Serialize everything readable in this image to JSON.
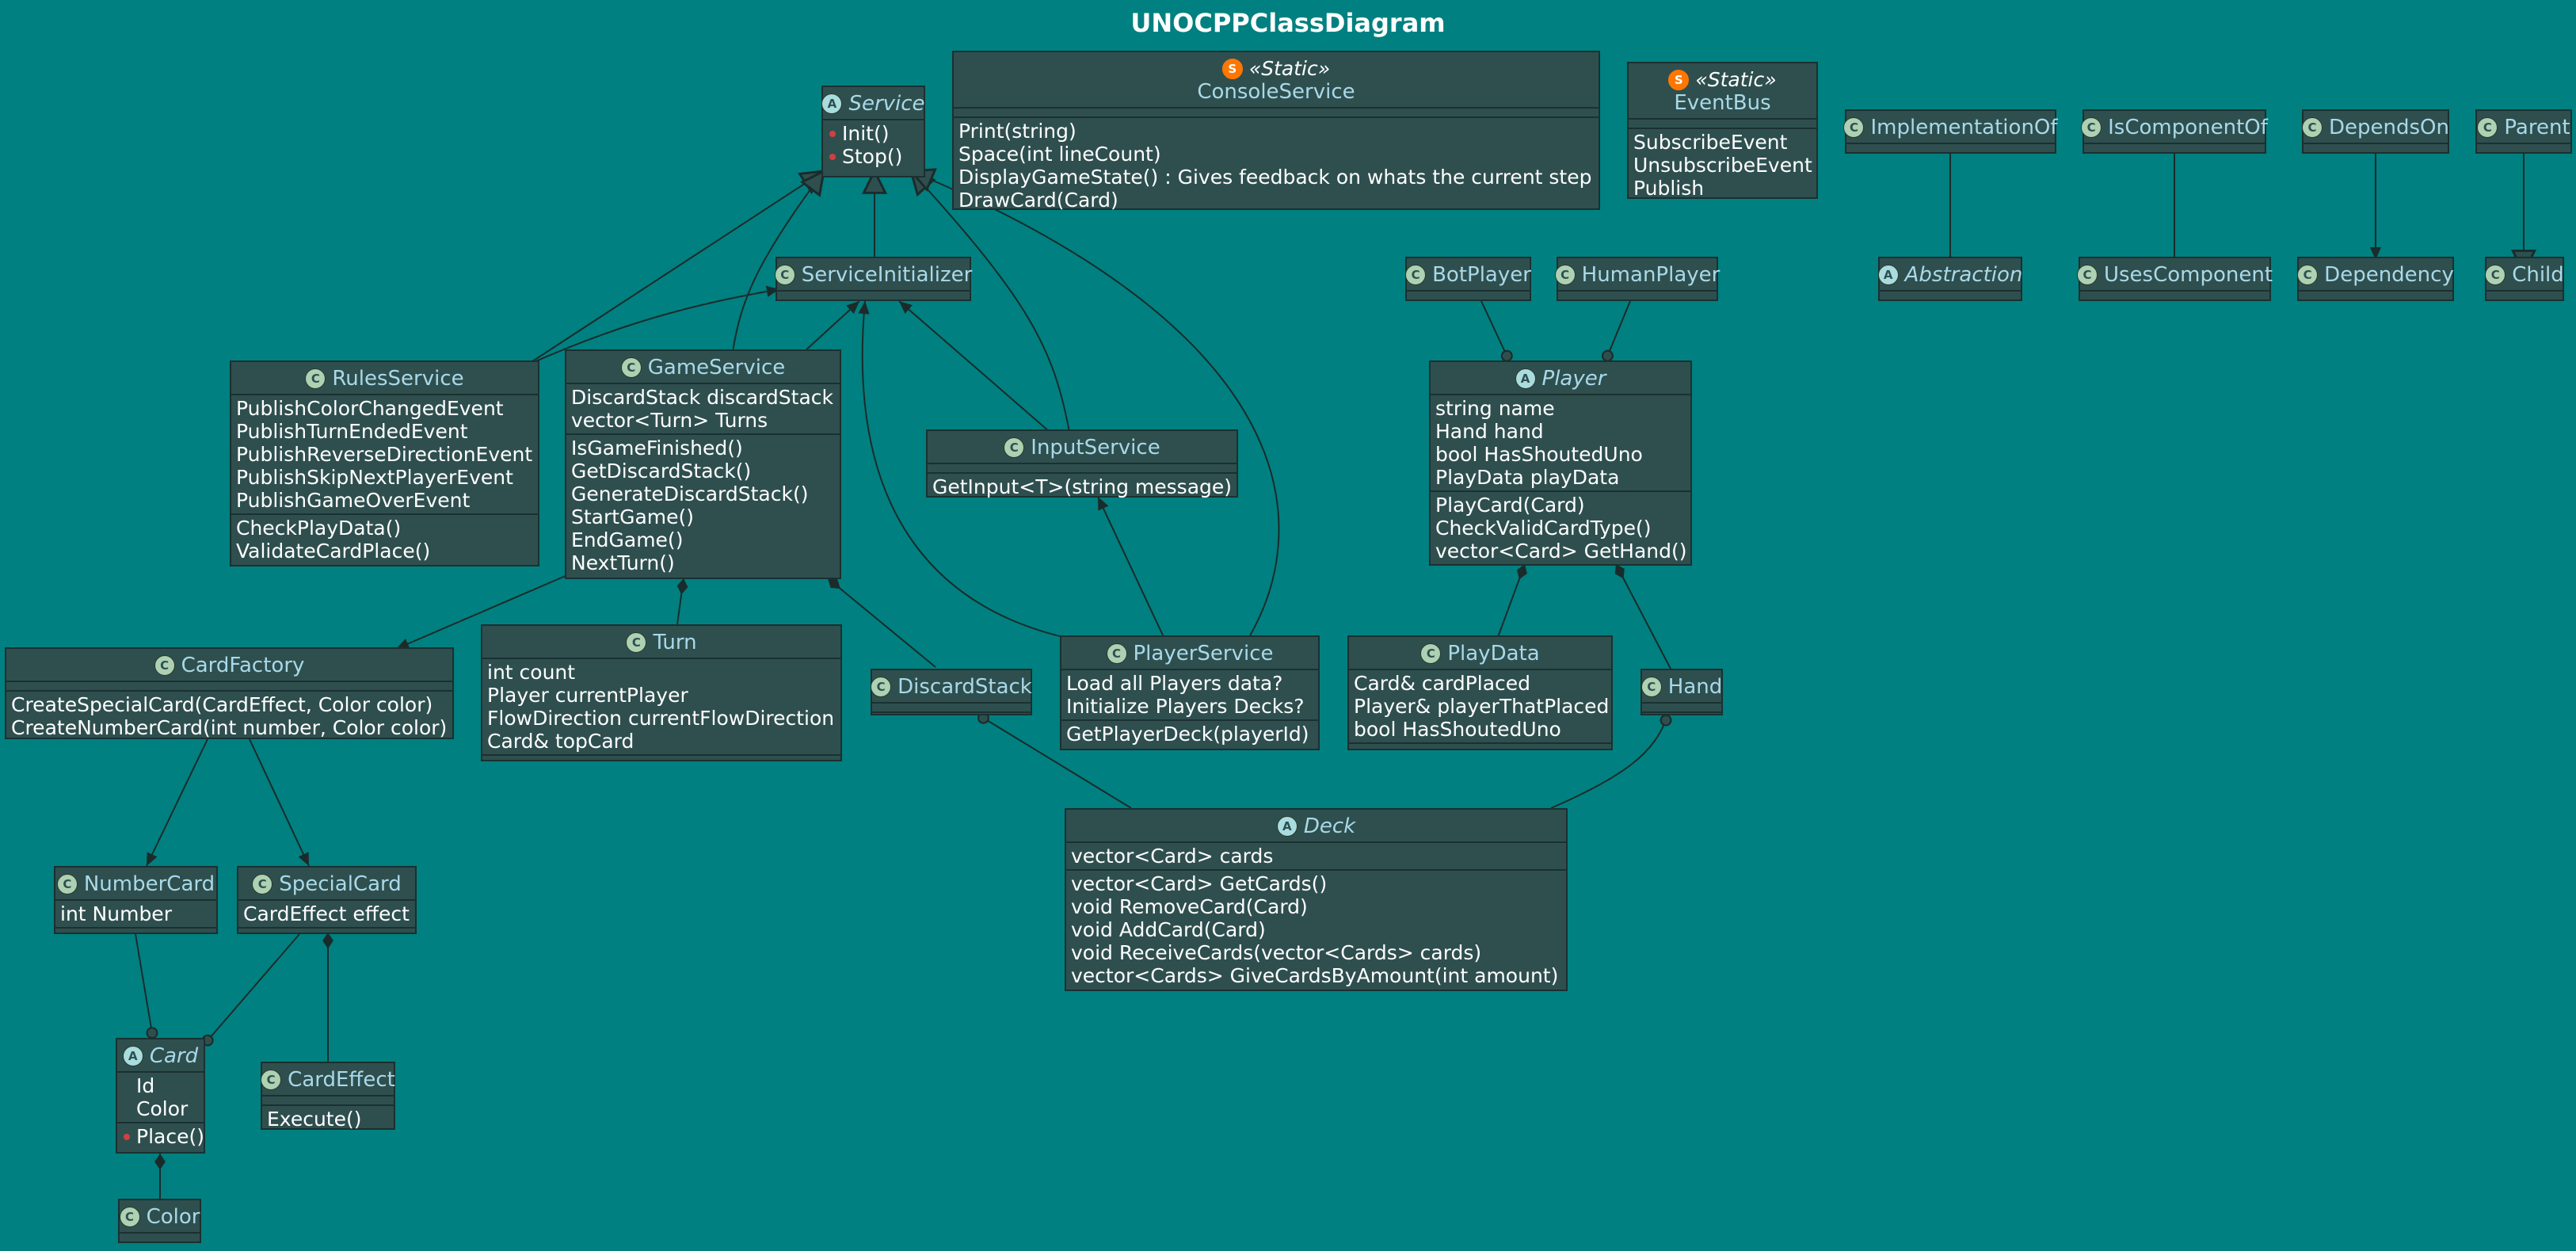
{
  "title": "UNOCPPClassDiagram",
  "colors": {
    "background": "#008080",
    "class_fill": "#2f4f4f",
    "class_border": "#1b3030",
    "class_name": "#a9d9e8",
    "member_text": "#ffffff",
    "edge": "#1b2b2b",
    "badge_class": "#add1b2",
    "badge_abstract": "#a9dcdf",
    "badge_static": "#ff7700",
    "private_marker": "#d04040"
  },
  "classes": {
    "service": {
      "badge": "A",
      "name": "Service",
      "abstract": true,
      "methods": [
        "Init()",
        "Stop()"
      ]
    },
    "console_service": {
      "badge": "S",
      "stereotype": "«Static»",
      "name": "ConsoleService",
      "methods": [
        "Print(string)",
        "Space(int lineCount)",
        "DisplayGameState() : Gives feedback on whats the current step",
        "DrawCard(Card)"
      ]
    },
    "event_bus": {
      "badge": "S",
      "stereotype": "«Static»",
      "name": "EventBus",
      "methods": [
        "SubscribeEvent",
        "UnsubscribeEvent",
        "Publish"
      ]
    },
    "implementation_of": {
      "badge": "C",
      "name": "ImplementationOf"
    },
    "is_component_of": {
      "badge": "C",
      "name": "IsComponentOf"
    },
    "depends_on": {
      "badge": "C",
      "name": "DependsOn"
    },
    "parent": {
      "badge": "C",
      "name": "Parent"
    },
    "abstraction": {
      "badge": "A",
      "name": "Abstraction",
      "abstract": true
    },
    "uses_component": {
      "badge": "C",
      "name": "UsesComponent"
    },
    "dependency": {
      "badge": "C",
      "name": "Dependency"
    },
    "child": {
      "badge": "C",
      "name": "Child"
    },
    "service_initializer": {
      "badge": "C",
      "name": "ServiceInitializer"
    },
    "bot_player": {
      "badge": "C",
      "name": "BotPlayer"
    },
    "human_player": {
      "badge": "C",
      "name": "HumanPlayer"
    },
    "rules_service": {
      "badge": "C",
      "name": "RulesService",
      "fields": [
        "PublishColorChangedEvent",
        "PublishTurnEndedEvent",
        "PublishReverseDirectionEvent",
        "PublishSkipNextPlayerEvent",
        "PublishGameOverEvent"
      ],
      "methods": [
        "CheckPlayData()",
        "ValidateCardPlace()"
      ]
    },
    "game_service": {
      "badge": "C",
      "name": "GameService",
      "fields": [
        "DiscardStack discardStack",
        "vector<Turn> Turns"
      ],
      "methods": [
        "IsGameFinished()",
        "GetDiscardStack()",
        "GenerateDiscardStack()",
        "StartGame()",
        "EndGame()",
        "NextTurn()"
      ]
    },
    "input_service": {
      "badge": "C",
      "name": "InputService",
      "methods": [
        "GetInput<T>(string message)"
      ]
    },
    "player": {
      "badge": "A",
      "name": "Player",
      "abstract": true,
      "fields": [
        "string name",
        "Hand hand",
        "bool HasShoutedUno",
        "PlayData playData"
      ],
      "methods": [
        "PlayCard(Card)",
        "CheckValidCardType()",
        "vector<Card> GetHand()"
      ]
    },
    "card_factory": {
      "badge": "C",
      "name": "CardFactory",
      "methods": [
        "CreateSpecialCard(CardEffect, Color color)",
        "CreateNumberCard(int number, Color color)"
      ]
    },
    "turn": {
      "badge": "C",
      "name": "Turn",
      "fields": [
        "int count",
        "Player currentPlayer",
        "FlowDirection currentFlowDirection",
        "Card& topCard"
      ]
    },
    "discard_stack": {
      "badge": "C",
      "name": "DiscardStack"
    },
    "player_service": {
      "badge": "C",
      "name": "PlayerService",
      "fields": [
        "Load all Players data?",
        "Initialize Players Decks?"
      ],
      "methods": [
        "GetPlayerDeck(playerId)"
      ]
    },
    "play_data": {
      "badge": "C",
      "name": "PlayData",
      "fields": [
        "Card& cardPlaced",
        "Player& playerThatPlaced",
        "bool HasShoutedUno"
      ]
    },
    "hand": {
      "badge": "C",
      "name": "Hand"
    },
    "deck": {
      "badge": "A",
      "name": "Deck",
      "abstract": true,
      "fields": [
        "vector<Card> cards"
      ],
      "methods": [
        "vector<Card> GetCards()",
        "void RemoveCard(Card)",
        "void AddCard(Card)",
        "void ReceiveCards(vector<Cards> cards)",
        "vector<Cards> GiveCardsByAmount(int amount)"
      ]
    },
    "number_card": {
      "badge": "C",
      "name": "NumberCard",
      "fields": [
        "int Number"
      ]
    },
    "special_card": {
      "badge": "C",
      "name": "SpecialCard",
      "fields": [
        "CardEffect effect"
      ]
    },
    "card": {
      "badge": "A",
      "name": "Card",
      "abstract": true,
      "fields": [
        "Id",
        "Color"
      ],
      "methods": [
        "Place()"
      ]
    },
    "card_effect": {
      "badge": "C",
      "name": "CardEffect",
      "methods": [
        "Execute()"
      ]
    },
    "color": {
      "badge": "C",
      "name": "Color"
    }
  }
}
